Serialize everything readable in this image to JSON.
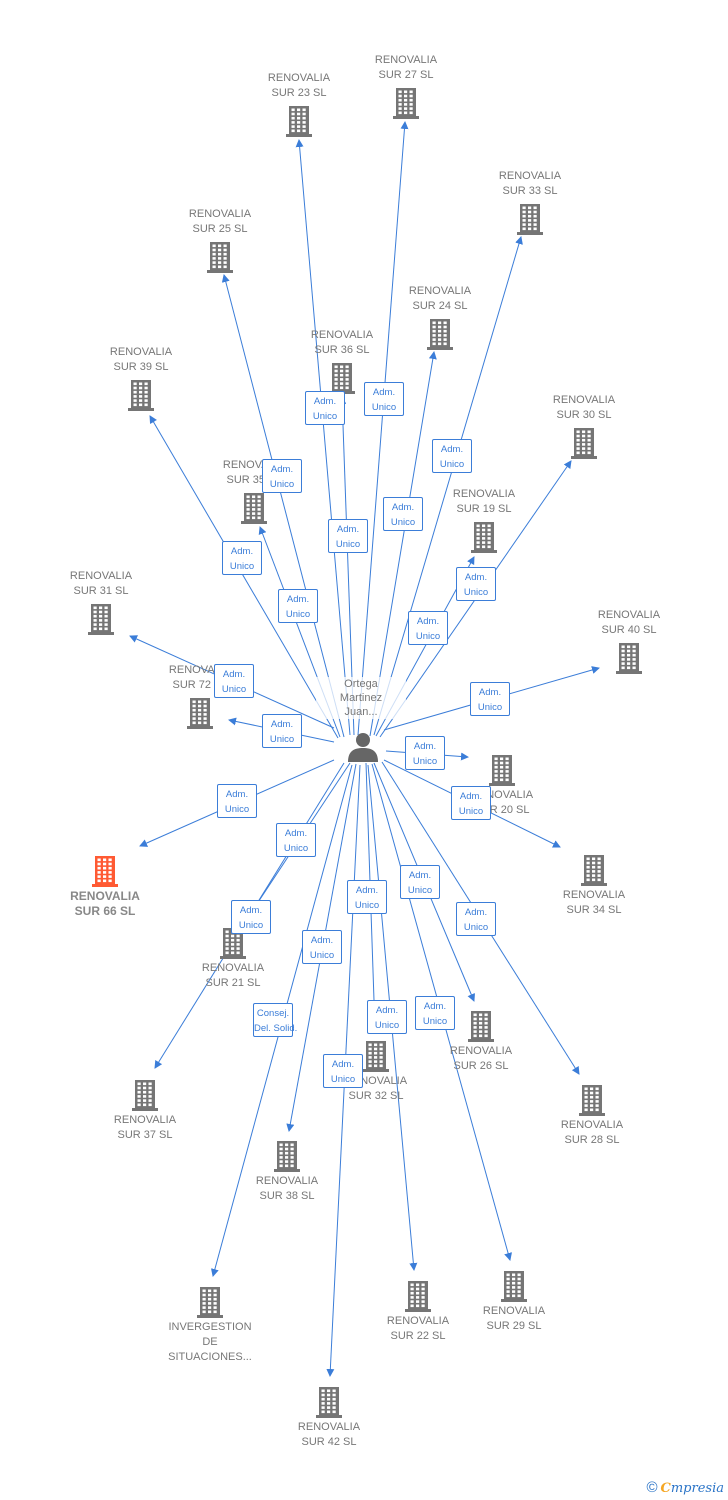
{
  "person": {
    "lines": [
      "Ortega",
      "Martinez",
      "Juan..."
    ]
  },
  "colors": {
    "company": "#757575",
    "highlight": "#ff5a33",
    "edge": "#3b7dd8",
    "text": "#777777"
  },
  "companies": [
    {
      "id": "sur23",
      "lines": [
        "RENOVALIA",
        "SUR 23  SL"
      ],
      "highlight": false
    },
    {
      "id": "sur27",
      "lines": [
        "RENOVALIA",
        "SUR 27  SL"
      ],
      "highlight": false
    },
    {
      "id": "sur33",
      "lines": [
        "RENOVALIA",
        "SUR 33  SL"
      ],
      "highlight": false
    },
    {
      "id": "sur25",
      "lines": [
        "RENOVALIA",
        "SUR 25  SL"
      ],
      "highlight": false
    },
    {
      "id": "sur24",
      "lines": [
        "RENOVALIA",
        "SUR 24  SL"
      ],
      "highlight": false
    },
    {
      "id": "sur36",
      "lines": [
        "RENOVALIA",
        "SUR 36  SL"
      ],
      "highlight": false
    },
    {
      "id": "sur39",
      "lines": [
        "RENOVALIA",
        "SUR 39  SL"
      ],
      "highlight": false
    },
    {
      "id": "sur30",
      "lines": [
        "RENOVALIA",
        "SUR 30  SL"
      ],
      "highlight": false
    },
    {
      "id": "sur35",
      "lines": [
        "RENOVALIA",
        "SUR 35  SL"
      ],
      "highlight": false
    },
    {
      "id": "sur19",
      "lines": [
        "RENOVALIA",
        "SUR 19  SL"
      ],
      "highlight": false
    },
    {
      "id": "sur31",
      "lines": [
        "RENOVALIA",
        "SUR 31  SL"
      ],
      "highlight": false
    },
    {
      "id": "sur40",
      "lines": [
        "RENOVALIA",
        "SUR 40  SL"
      ],
      "highlight": false
    },
    {
      "id": "sur72",
      "lines": [
        "RENOVALIA",
        "SUR 72  SL"
      ],
      "highlight": false
    },
    {
      "id": "sur20",
      "lines": [
        "RENOVALIA",
        "SUR 20  SL"
      ],
      "highlight": false
    },
    {
      "id": "sur66",
      "lines": [
        "RENOVALIA",
        "SUR 66  SL"
      ],
      "highlight": true
    },
    {
      "id": "sur34",
      "lines": [
        "RENOVALIA",
        "SUR 34  SL"
      ],
      "highlight": false
    },
    {
      "id": "sur21",
      "lines": [
        "RENOVALIA",
        "SUR 21  SL"
      ],
      "highlight": false
    },
    {
      "id": "sur26",
      "lines": [
        "RENOVALIA",
        "SUR 26  SL"
      ],
      "highlight": false
    },
    {
      "id": "sur32",
      "lines": [
        "RENOVALIA",
        "SUR 32  SL"
      ],
      "highlight": false
    },
    {
      "id": "sur37",
      "lines": [
        "RENOVALIA",
        "SUR 37  SL"
      ],
      "highlight": false
    },
    {
      "id": "sur28",
      "lines": [
        "RENOVALIA",
        "SUR 28  SL"
      ],
      "highlight": false
    },
    {
      "id": "sur38",
      "lines": [
        "RENOVALIA",
        "SUR 38  SL"
      ],
      "highlight": false
    },
    {
      "id": "invergestion",
      "lines": [
        "INVERGESTION",
        "DE",
        "SITUACIONES..."
      ],
      "highlight": false
    },
    {
      "id": "sur22",
      "lines": [
        "RENOVALIA",
        "SUR 22  SL"
      ],
      "highlight": false
    },
    {
      "id": "sur29",
      "lines": [
        "RENOVALIA",
        "SUR 29  SL"
      ],
      "highlight": false
    },
    {
      "id": "sur42",
      "lines": [
        "RENOVALIA",
        "SUR 42  SL"
      ],
      "highlight": false
    }
  ],
  "relations": [
    {
      "target": "sur23",
      "role": [
        "Adm.",
        "Unico"
      ]
    },
    {
      "target": "sur27",
      "role": [
        "Adm.",
        "Unico"
      ]
    },
    {
      "target": "sur33",
      "role": [
        "Adm.",
        "Unico"
      ]
    },
    {
      "target": "sur25",
      "role": [
        "Adm.",
        "Unico"
      ]
    },
    {
      "target": "sur24",
      "role": [
        "Adm.",
        "Unico"
      ]
    },
    {
      "target": "sur36",
      "role": [
        "Adm.",
        "Unico"
      ]
    },
    {
      "target": "sur39",
      "role": [
        "Adm.",
        "Unico"
      ]
    },
    {
      "target": "sur30",
      "role": [
        "Adm.",
        "Unico"
      ]
    },
    {
      "target": "sur35",
      "role": [
        "Adm.",
        "Unico"
      ]
    },
    {
      "target": "sur19",
      "role": [
        "Adm.",
        "Unico"
      ]
    },
    {
      "target": "sur31",
      "role": [
        "Adm.",
        "Unico"
      ]
    },
    {
      "target": "sur40",
      "role": [
        "Adm.",
        "Unico"
      ]
    },
    {
      "target": "sur72",
      "role": [
        "Adm.",
        "Unico"
      ]
    },
    {
      "target": "sur20",
      "role": [
        "Adm.",
        "Unico"
      ]
    },
    {
      "target": "sur66",
      "role": [
        "Adm.",
        "Unico"
      ]
    },
    {
      "target": "sur34",
      "role": [
        "Adm.",
        "Unico"
      ]
    },
    {
      "target": "sur21",
      "role": [
        "Adm.",
        "Unico"
      ]
    },
    {
      "target": "sur26",
      "role": [
        "Adm.",
        "Unico"
      ]
    },
    {
      "target": "sur32",
      "role": [
        "Adm.",
        "Unico"
      ]
    },
    {
      "target": "sur37",
      "role": [
        "Adm.",
        "Unico"
      ]
    },
    {
      "target": "sur28",
      "role": [
        "Adm.",
        "Unico"
      ]
    },
    {
      "target": "sur38",
      "role": [
        "Adm.",
        "Unico"
      ]
    },
    {
      "target": "invergestion",
      "role": [
        "Consej.",
        "Del. Solid."
      ]
    },
    {
      "target": "sur22",
      "role": [
        "Adm.",
        "Unico"
      ]
    },
    {
      "target": "sur29",
      "role": [
        "Adm.",
        "Unico"
      ]
    },
    {
      "target": "sur42",
      "role": [
        "Adm.",
        "Unico"
      ]
    }
  ],
  "brand": {
    "copyright": "©",
    "first_letter": "C",
    "rest": "mpresia"
  }
}
